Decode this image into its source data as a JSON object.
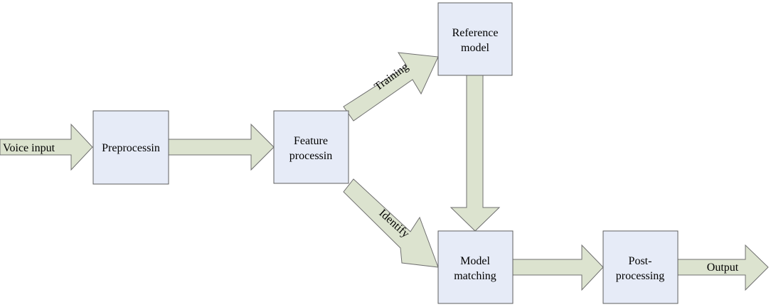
{
  "diagram": {
    "nodes": {
      "preprocessing": {
        "label": "Preprocessin"
      },
      "feature": {
        "line1": "Feature",
        "line2": "processin"
      },
      "reference": {
        "line1": "Reference",
        "line2": "model"
      },
      "matching": {
        "line1": "Model",
        "line2": "matching"
      },
      "post": {
        "line1": "Post-",
        "line2": "processing"
      }
    },
    "edges": {
      "voice_input": {
        "label": "Voice input"
      },
      "training": {
        "label": "Training"
      },
      "identify": {
        "label": "Identify"
      },
      "output": {
        "label": "Output"
      }
    },
    "colors": {
      "box_fill": "#e6ebf7",
      "arrow_fill": "#dce3cf",
      "stroke": "#5f5f5f"
    }
  }
}
